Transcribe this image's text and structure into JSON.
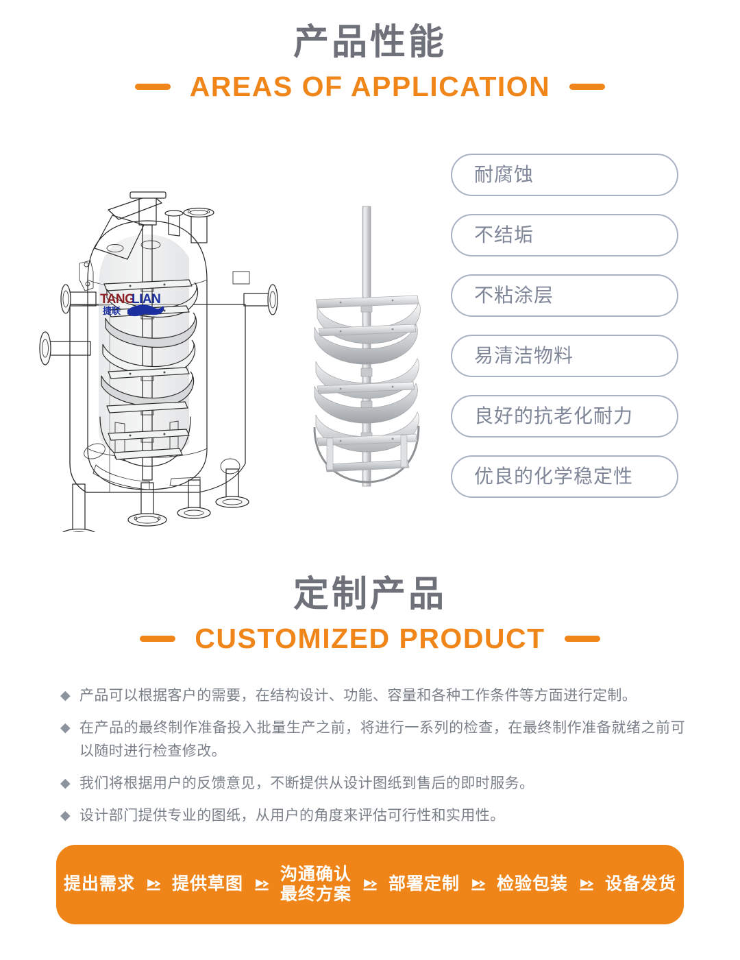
{
  "sections": {
    "performance": {
      "title_cn": "产品性能",
      "title_en": "AREAS OF APPLICATION"
    },
    "customized": {
      "title_cn": "定制产品",
      "title_en": "CUSTOMIZED PRODUCT"
    }
  },
  "features": [
    {
      "label": "耐腐蚀"
    },
    {
      "label": "不结垢"
    },
    {
      "label": "不粘涂层"
    },
    {
      "label": "易清洁物料"
    },
    {
      "label": "良好的抗老化耐力"
    },
    {
      "label": "优良的化学稳定性"
    }
  ],
  "illustration": {
    "vessel_alt": "反应釜容器剖视图",
    "agitator_alt": "螺带式搅拌器",
    "logo": {
      "part1": "TANG",
      "part2": "LIAN",
      "cn": "捷联"
    }
  },
  "bullets": [
    {
      "marker": "◆",
      "text": "产品可以根据客户的需要，在结构设计、功能、容量和各种工作条件等方面进行定制。"
    },
    {
      "marker": "◆",
      "text": "在产品的最终制作准备投入批量生产之前，将进行一系列的检查，在最终制作准备就绪之前可以随时进行检查修改。"
    },
    {
      "marker": "◆",
      "text": "我们将根据用户的反馈意见，不断提供从设计图纸到售后的即时服务。"
    },
    {
      "marker": "◆",
      "text": "设计部门提供专业的图纸，从用户的角度来评估可行性和实用性。"
    }
  ],
  "process": {
    "steps": [
      {
        "label": "提出需求"
      },
      {
        "label": "提供草图"
      },
      {
        "label": "沟通确认\n最终方案"
      },
      {
        "label": "部署定制"
      },
      {
        "label": "检验包装"
      },
      {
        "label": "设备发货"
      }
    ],
    "separator_icon": "double-chevron-right-icon"
  },
  "colors": {
    "accent_orange": "#EF8518",
    "heading_gray": "#6E717A",
    "pill_border": "#A9B2C3",
    "pill_text": "#7E8698",
    "body_text": "#7A8089"
  }
}
